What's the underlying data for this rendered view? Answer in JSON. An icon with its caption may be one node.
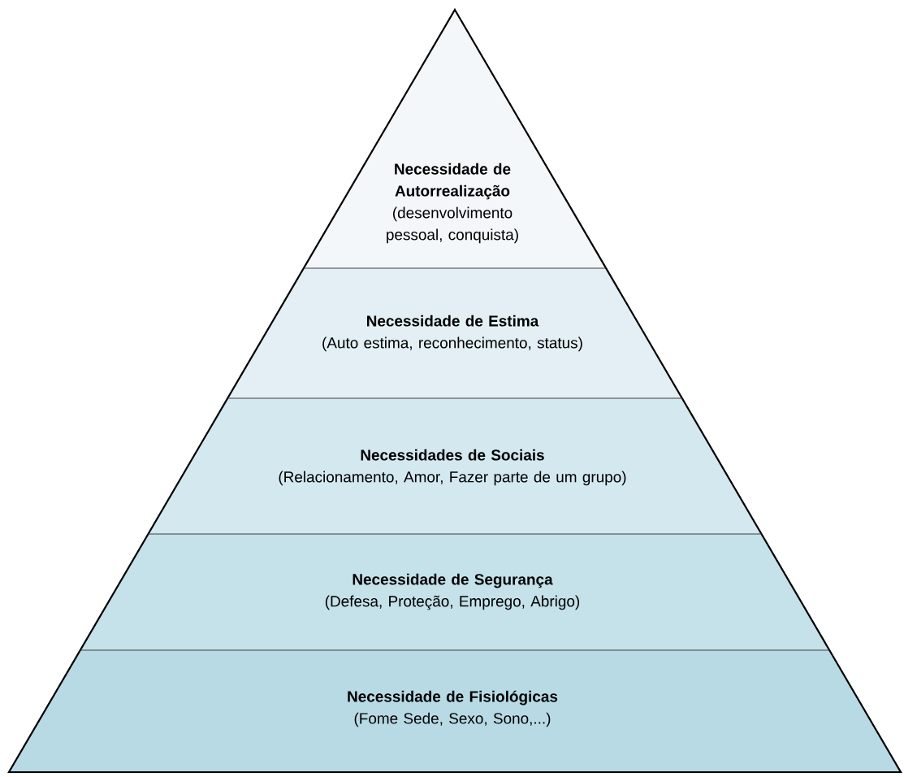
{
  "diagram": {
    "nodes": [
      {
        "text": [
          "Necessidade de Autorrealização",
          "(desenvolvimento pessoal, conquista)"
        ]
      },
      {
        "text": [
          "Necessidade de Estima",
          "(Auto estima, reconhecimento, status)"
        ]
      },
      {
        "text": [
          "Necessidades de Sociais",
          "(Relacionamento, Amor, Fazer parte de um grupo)"
        ]
      },
      {
        "text": [
          "Necessidade de Segurança",
          "(Defesa, Proteção, Emprego, Abrigo)"
        ]
      },
      {
        "text": [
          "Necessidade de Fisiológicas",
          "(Fome Sede, Sexo, Sono,...)"
        ]
      }
    ]
  }
}
